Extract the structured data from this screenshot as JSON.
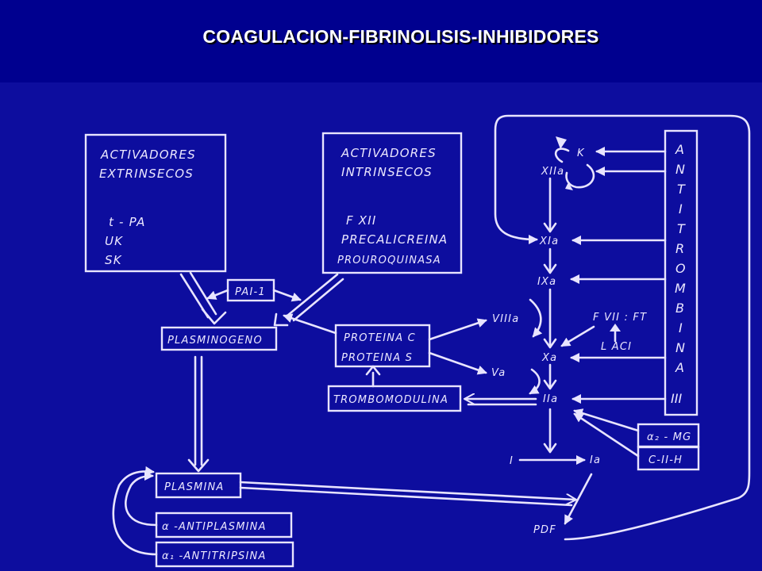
{
  "title": "COAGULACION-FIBRINOLISIS-INHIBIDORES",
  "diagram": {
    "extrinsic_box": {
      "lines": [
        "ACTIVADORES",
        "EXTRINSECOS",
        "t - PA",
        "UK",
        "SK"
      ]
    },
    "intrinsic_box": {
      "lines": [
        "ACTIVADORES",
        "INTRINSECOS",
        "F XII",
        "PRECALICREINA",
        "PROUROQUINASA"
      ]
    },
    "pai1": "PAI-1",
    "plasminogeno": "PLASMINOGENO",
    "proteina_box": {
      "lines": [
        "PROTEINA C",
        "PROTEINA S"
      ]
    },
    "trombomodulina": "TROMBOMODULINA",
    "plasmina": "PLASMINA",
    "alpha_antiplasmina": "α -ANTIPLASMINA",
    "alpha1_antitripsina": "α₁ -ANTITRIPSINA",
    "antitrombina": [
      "A",
      "N",
      "T",
      "I",
      "T",
      "R",
      "O",
      "M",
      "B",
      "I",
      "N",
      "A",
      "III"
    ],
    "alpha2_mg": "α₂ - MG",
    "c1_inh": "C-II-H",
    "cascade": {
      "k": "K",
      "xiia": "XIIa",
      "xia": "XIa",
      "ixa": "IXa",
      "viiia": "VIIIa",
      "fvii_ft": "F VII : FT",
      "laci": "L ACI",
      "xa": "Xa",
      "va": "Va",
      "iia": "IIa",
      "i": "I",
      "ia": "Ia",
      "pdf": "PDF"
    }
  }
}
